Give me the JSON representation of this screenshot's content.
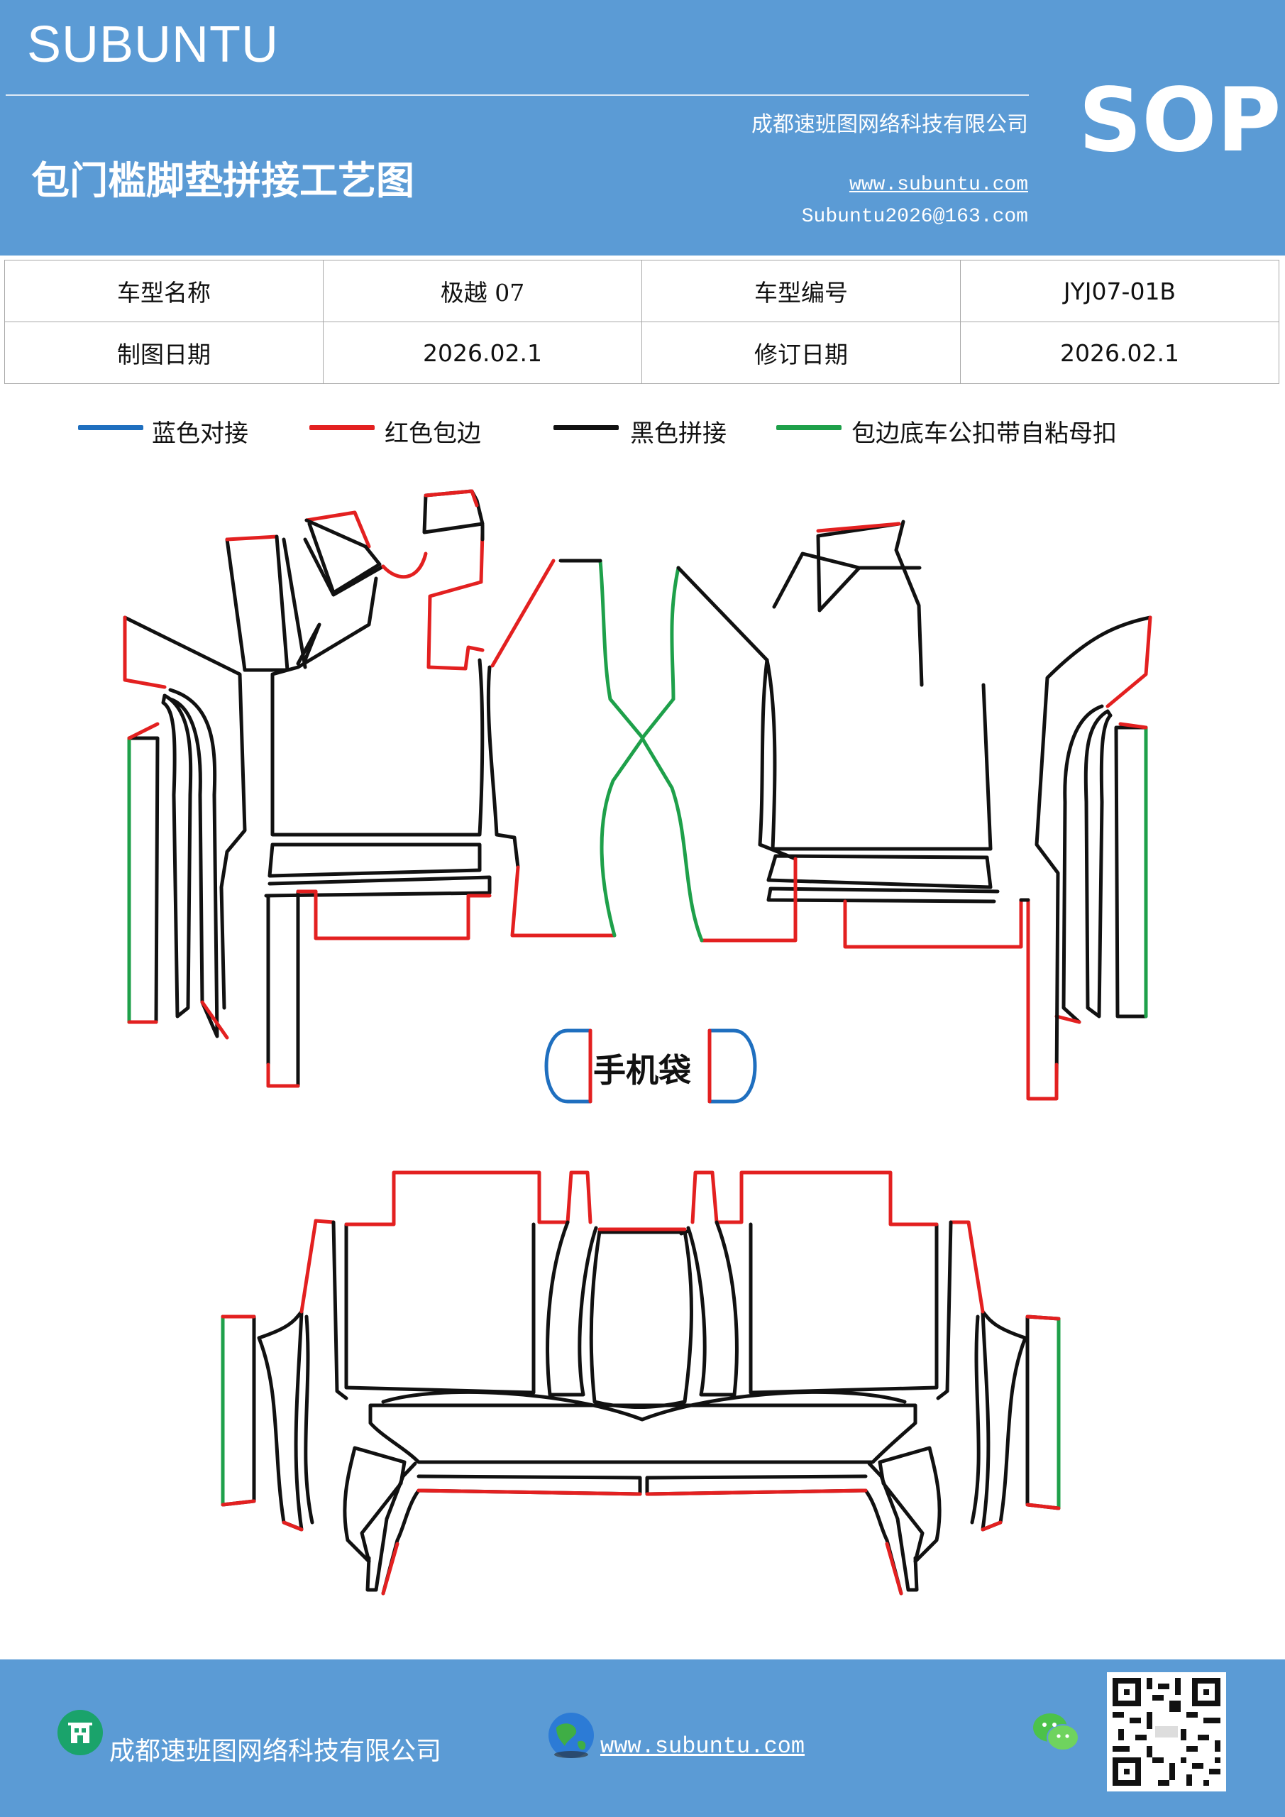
{
  "header": {
    "brand": "SUBUNTU",
    "company": "成都速班图网络科技有限公司",
    "title": "包门槛脚垫拼接工艺图",
    "website": "www.subuntu.com",
    "email": "Subuntu2026@163.com",
    "badge": "SOP"
  },
  "info_table": {
    "rows": [
      [
        "车型名称",
        "极越 07",
        "车型编号",
        "JYJ07-01B"
      ],
      [
        "制图日期",
        "2026.02.1",
        "修订日期",
        "2026.02.1"
      ]
    ]
  },
  "legend": [
    {
      "label": "蓝色对接",
      "color": "#1f6fbf"
    },
    {
      "label": "红色包边",
      "color": "#e32020"
    },
    {
      "label": "黑色拼接",
      "color": "#111111"
    },
    {
      "label": "包边底车公扣带自粘母扣",
      "color": "#1ea04a"
    }
  ],
  "diagram": {
    "label": "手机袋"
  },
  "footer": {
    "company": "成都速班图网络科技有限公司",
    "website": "www.subuntu.com",
    "icons": [
      "building-icon",
      "globe-icon",
      "wechat-icon",
      "qr-code"
    ]
  }
}
